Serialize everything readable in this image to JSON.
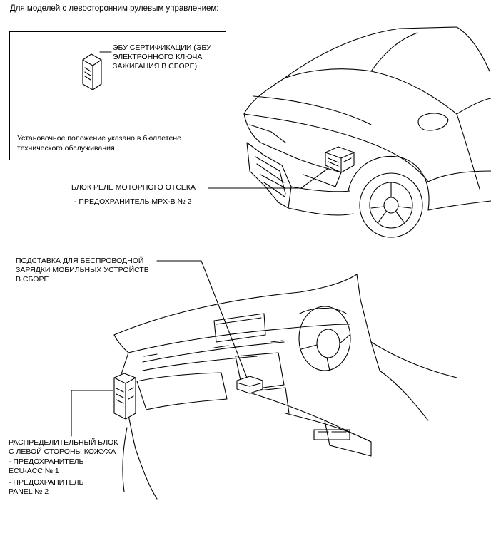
{
  "heading": "Для моделей с левосторонним рулевым управлением:",
  "info_box": {
    "ecu_label_lines": [
      "ЭБУ СЕРТИФИКАЦИИ (ЭБУ",
      "ЭЛЕКТРОННОГО КЛЮЧА",
      "ЗАЖИГАНИЯ В СБОРЕ)"
    ],
    "note_lines": [
      "Установочное положение указано в бюллетене",
      "технического обслуживания."
    ]
  },
  "engine_relay": {
    "label": "БЛОК РЕЛЕ МОТОРНОГО ОТСЕКА",
    "fuse": "- ПРЕДОХРАНИТЕЛЬ MPX-B № 2"
  },
  "wireless_charger": {
    "label_lines": [
      "ПОДСТАВКА ДЛЯ БЕСПРОВОДНОЙ",
      "ЗАРЯДКИ МОБИЛЬНЫХ УСТРОЙСТВ",
      "В СБОРЕ"
    ]
  },
  "junction_block": {
    "label_lines": [
      "РАСПРЕДЕЛИТЕЛЬНЫЙ БЛОК",
      "С ЛЕВОЙ СТОРОНЫ КОЖУХА"
    ],
    "fuse1_lines": [
      "- ПРЕДОХРАНИТЕЛЬ",
      "ECU-ACC № 1"
    ],
    "fuse2_lines": [
      "- ПРЕДОХРАНИТЕЛЬ",
      "PANEL № 2"
    ]
  }
}
